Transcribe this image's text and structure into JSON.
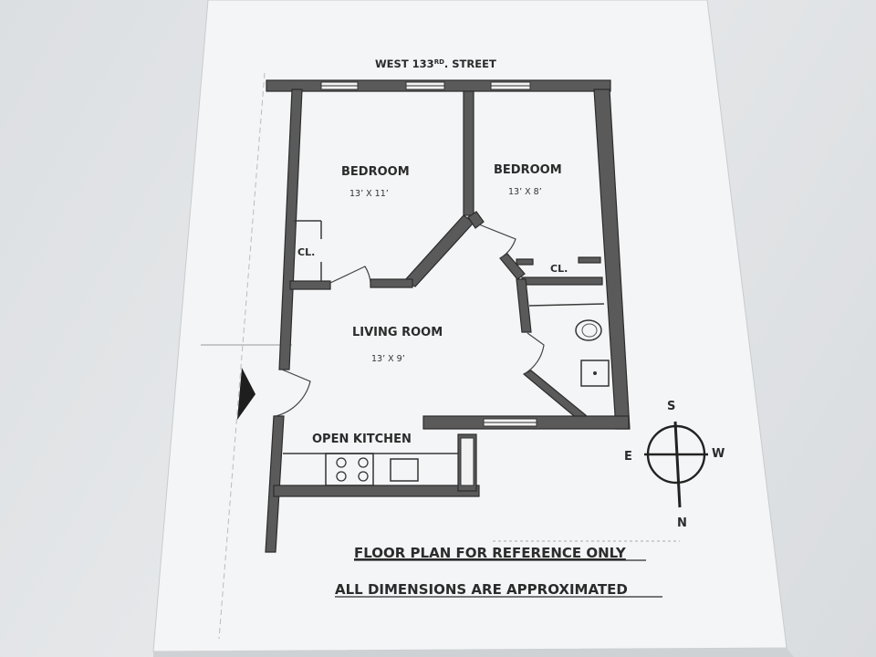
{
  "street": {
    "name": "WEST 133",
    "sup": "RD",
    "suffix": ". STREET"
  },
  "rooms": {
    "bedroom1": {
      "label": "BEDROOM",
      "dims": "13’ X 11’"
    },
    "bedroom2": {
      "label": "BEDROOM",
      "dims": "13’ X 8’"
    },
    "living": {
      "label": "LIVING ROOM",
      "dims": "13’ X 9’"
    },
    "kitchen": {
      "label": "OPEN KITCHEN"
    },
    "closet1": {
      "label": "CL."
    },
    "closet2": {
      "label": "CL."
    }
  },
  "compass": {
    "s": "S",
    "n": "N",
    "e": "E",
    "w": "W"
  },
  "notes": {
    "line1": "FLOOR PLAN FOR REFERENCE ONLY",
    "line2": "ALL DIMENSIONS ARE APPROXIMATED"
  }
}
